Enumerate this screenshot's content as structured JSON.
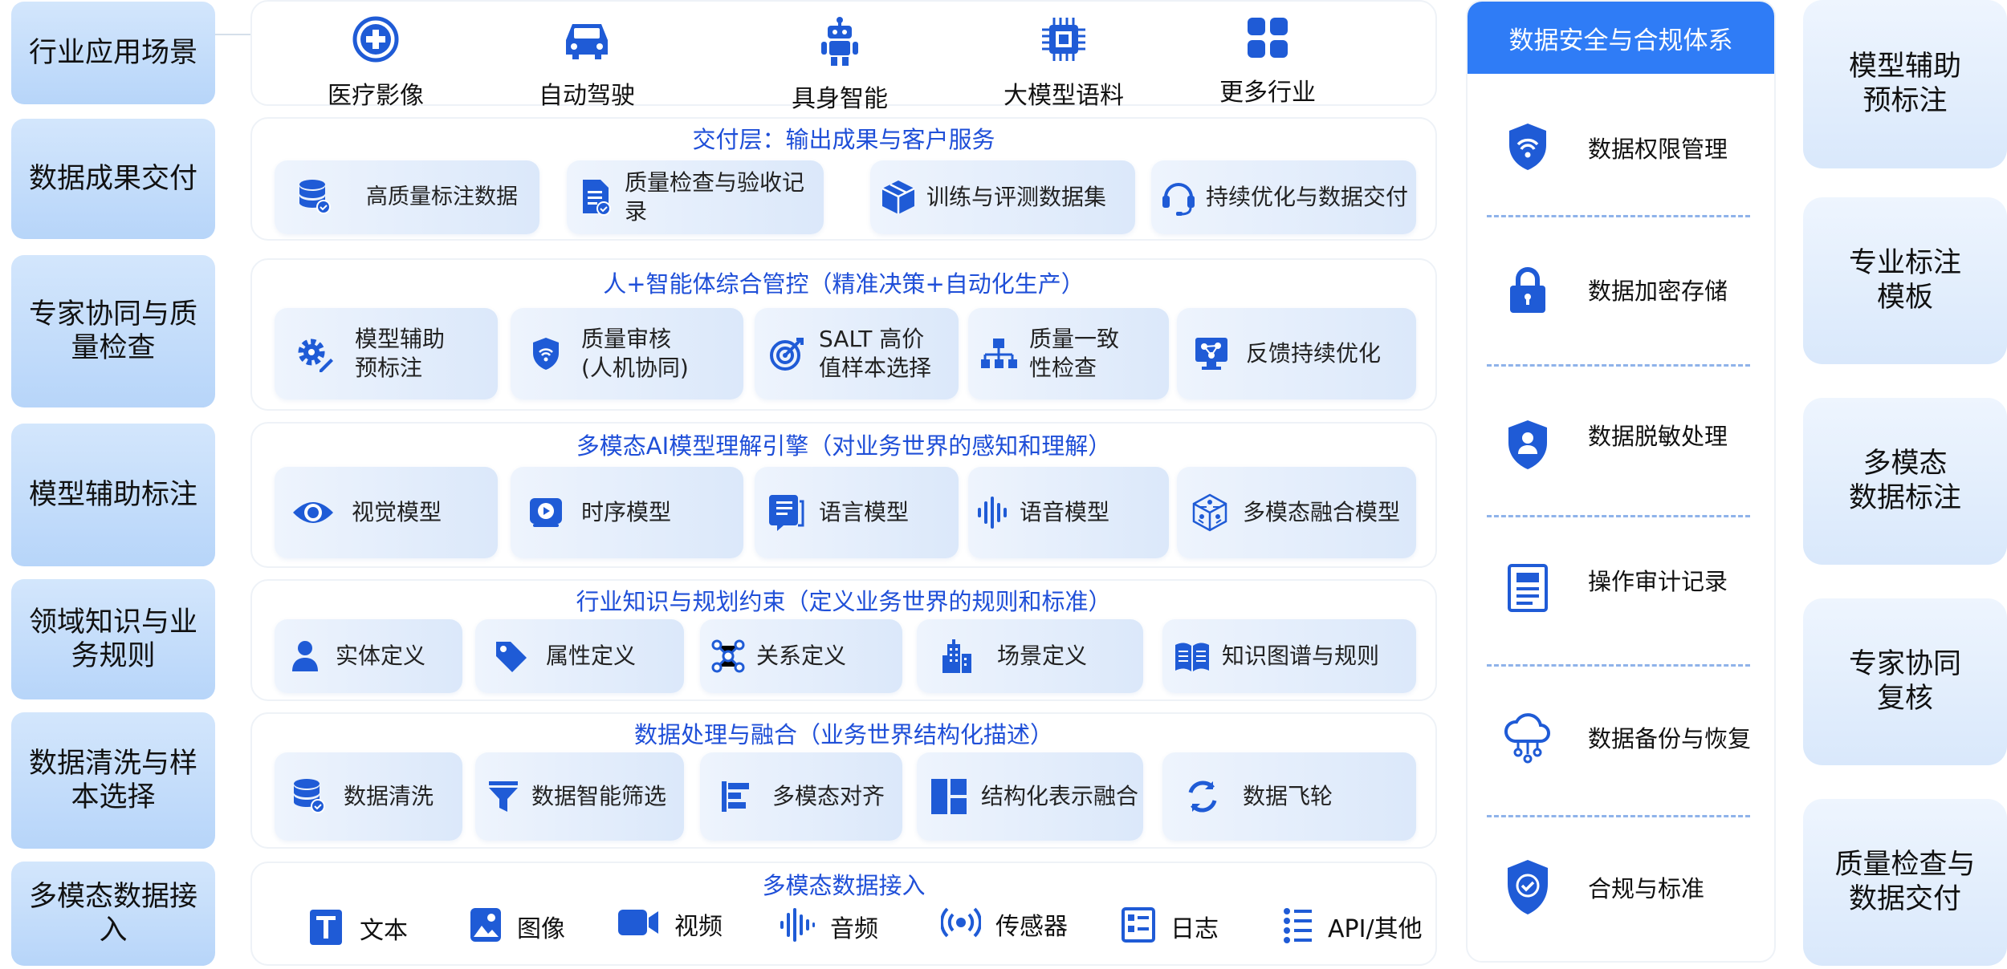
{
  "left_column": [
    {
      "label": "行业应用场景"
    },
    {
      "label": "数据成果交付"
    },
    {
      "label": "专家协同与质量检查"
    },
    {
      "label": "模型辅助标注"
    },
    {
      "label": "领域知识与业务规则"
    },
    {
      "label": "数据清洗与样本选择"
    },
    {
      "label": "多模态数据接入"
    }
  ],
  "industries": [
    {
      "label": "医疗影像",
      "icon": "medical-cross-icon"
    },
    {
      "label": "自动驾驶",
      "icon": "car-icon"
    },
    {
      "label": "具身智能",
      "icon": "robot-icon"
    },
    {
      "label": "大模型语料",
      "icon": "chip-icon"
    },
    {
      "label": "更多行业",
      "icon": "grid-icon"
    }
  ],
  "delivery": {
    "title": "交付层：输出成果与客户服务",
    "items": [
      {
        "label": "高质量标注数据",
        "icon": "database-check-icon"
      },
      {
        "label": "质量检查与验收记录",
        "icon": "document-check-icon"
      },
      {
        "label": "训练与评测数据集",
        "icon": "box-icon"
      },
      {
        "label": "持续优化与数据交付",
        "icon": "headset-icon"
      }
    ]
  },
  "agent_control": {
    "title": "人+智能体综合管控（精准决策+自动化生产）",
    "items": [
      {
        "label": "模型辅助\n预标注",
        "icon": "gear-pen-icon"
      },
      {
        "label": "质量审核\n(人机协同)",
        "icon": "shield-wifi-icon"
      },
      {
        "label": "SALT 高价\n值样本选择",
        "icon": "target-icon"
      },
      {
        "label": "质量一致\n性检查",
        "icon": "hierarchy-icon"
      },
      {
        "label": "反馈持续优化",
        "icon": "monitor-network-icon"
      }
    ]
  },
  "multimodal_engine": {
    "title": "多模态AI模型理解引擎（对业务世界的感知和理解）",
    "items": [
      {
        "label": "视觉模型",
        "icon": "eye-icon"
      },
      {
        "label": "时序模型",
        "icon": "play-window-icon"
      },
      {
        "label": "语言模型",
        "icon": "chat-document-icon"
      },
      {
        "label": "语音模型",
        "icon": "waveform-icon"
      },
      {
        "label": "多模态融合模型",
        "icon": "cube-network-icon"
      }
    ]
  },
  "knowledge": {
    "title": "行业知识与规划约束（定义业务世界的规则和标准）",
    "items": [
      {
        "label": "实体定义",
        "icon": "person-icon"
      },
      {
        "label": "属性定义",
        "icon": "tag-icon"
      },
      {
        "label": "关系定义",
        "icon": "nodes-icon"
      },
      {
        "label": "场景定义",
        "icon": "building-icon"
      },
      {
        "label": "知识图谱与规则",
        "icon": "book-icon"
      }
    ]
  },
  "processing": {
    "title": "数据处理与融合（业务世界结构化描述）",
    "items": [
      {
        "label": "数据清洗",
        "icon": "database-check-icon"
      },
      {
        "label": "数据智能筛选",
        "icon": "filter-icon"
      },
      {
        "label": "多模态对齐",
        "icon": "align-icon"
      },
      {
        "label": "结构化表示融合",
        "icon": "layout-icon"
      },
      {
        "label": "数据飞轮",
        "icon": "cycle-icon"
      }
    ]
  },
  "access": {
    "title": "多模态数据接入",
    "items": [
      {
        "label": "文本",
        "icon": "text-icon"
      },
      {
        "label": "图像",
        "icon": "image-icon"
      },
      {
        "label": "视频",
        "icon": "video-icon"
      },
      {
        "label": "音频",
        "icon": "audio-wave-icon"
      },
      {
        "label": "传感器",
        "icon": "sensor-icon"
      },
      {
        "label": "日志",
        "icon": "log-icon"
      },
      {
        "label": "API/其他",
        "icon": "list-icon"
      }
    ]
  },
  "security": {
    "title": "数据安全与合规体系",
    "items": [
      {
        "label": "数据权限管理",
        "icon": "shield-wifi-icon"
      },
      {
        "label": "数据加密存储",
        "icon": "lock-icon"
      },
      {
        "label": "数据脱敏处理",
        "icon": "shield-user-icon"
      },
      {
        "label": "操作审计记录",
        "icon": "document-icon"
      },
      {
        "label": "数据备份与恢复",
        "icon": "cloud-icon"
      },
      {
        "label": "合规与标准",
        "icon": "shield-check-icon"
      }
    ]
  },
  "right_column": [
    {
      "label": "模型辅助\n预标注"
    },
    {
      "label": "专业标注\n模板"
    },
    {
      "label": "多模态\n数据标注"
    },
    {
      "label": "专家协同\n复核"
    },
    {
      "label": "质量检查与\n数据交付"
    }
  ],
  "colors": {
    "accent": "#1f4fd8",
    "icon": "#1f5bd6",
    "security_header": "#2f7cf6",
    "left_box": "#c3dcfa"
  }
}
